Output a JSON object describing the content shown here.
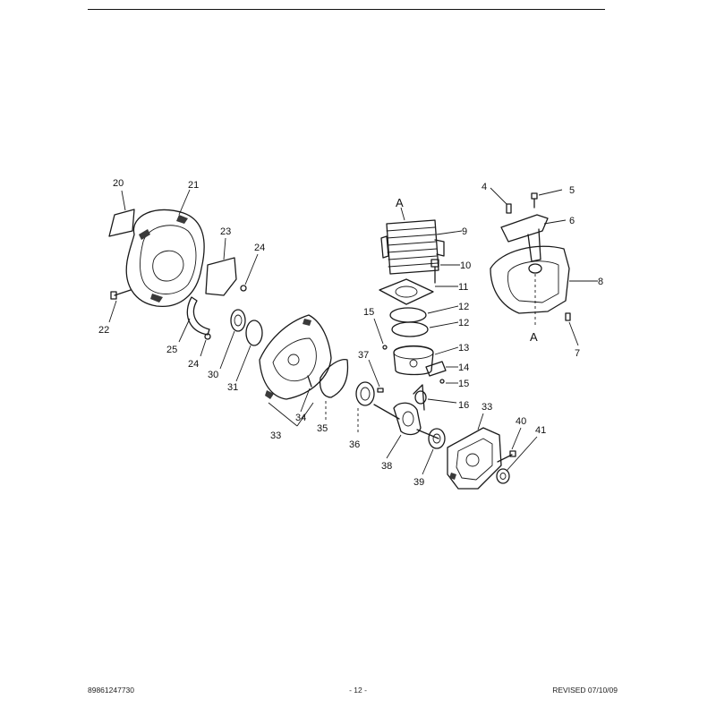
{
  "footer": {
    "part_number": "89861247730",
    "page_number": "- 12 -",
    "revision": "REVISED 07/10/09"
  },
  "diagram": {
    "ref_marks": [
      "A",
      "A"
    ],
    "callouts": {
      "c20": "20",
      "c21": "21",
      "c23": "23",
      "c24a": "24",
      "c22": "22",
      "c25": "25",
      "c24b": "24",
      "c30": "30",
      "c31": "31",
      "c33a": "33",
      "c34": "34",
      "c35": "35",
      "c36": "36",
      "c37": "37",
      "c15a": "15",
      "c9": "9",
      "c10": "10",
      "c11": "11",
      "c12a": "12",
      "c12b": "12",
      "c13": "13",
      "c14": "14",
      "c15b": "15",
      "c16": "16",
      "c38": "38",
      "c39": "39",
      "c33b": "33",
      "c40": "40",
      "c41": "41",
      "c4": "4",
      "c5": "5",
      "c6": "6",
      "c8": "8",
      "c7": "7"
    }
  }
}
